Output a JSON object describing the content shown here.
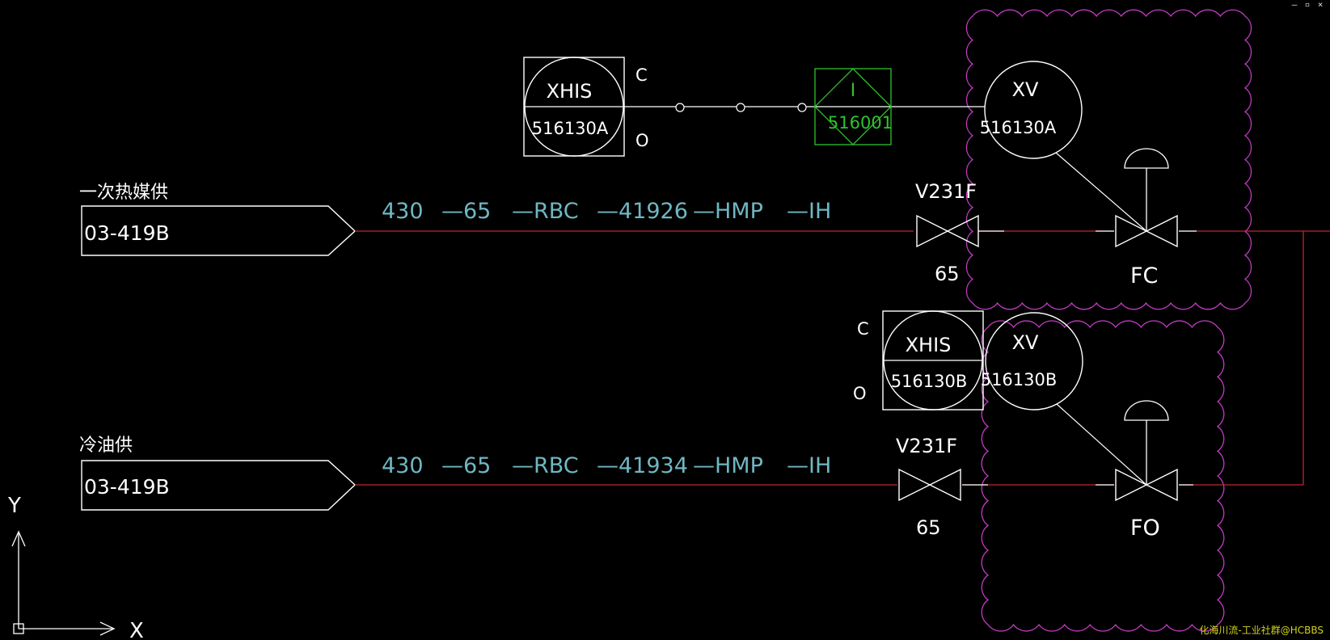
{
  "window": {
    "minimize_glyph": "–",
    "restore_glyph": "▫",
    "close_glyph": "×"
  },
  "colors": {
    "background": "#000000",
    "line_white": "#ffffff",
    "pipe_red": "#c0272d",
    "pipe_label_cyan": "#6fb7c2",
    "interlock_green": "#2fc22f",
    "revision_cloud_magenta": "#c23bc2",
    "watermark_yellow": "#d2d21e"
  },
  "ucs": {
    "y_label": "Y",
    "x_label": "X"
  },
  "lines": [
    {
      "service_name": "一次热媒供",
      "from_tag": "03-419B",
      "pipe_spec": [
        "430",
        "—65",
        "—RBC",
        "—41926",
        "—HMP",
        "—IH"
      ],
      "manual_valve": {
        "tag": "V231F",
        "size": "65"
      },
      "control_valve": {
        "tag_letters": "XV",
        "tag_number": "516130A",
        "fail_action": "FC",
        "hand_switch": {
          "letters": "XHIS",
          "number": "516130A",
          "close_label": "C",
          "open_label": "O"
        },
        "interlock": {
          "letter": "I",
          "number": "516001"
        }
      }
    },
    {
      "service_name": "冷油供",
      "from_tag": "03-419B",
      "pipe_spec": [
        "430",
        "—65",
        "—RBC",
        "—41934",
        "—HMP",
        "—IH"
      ],
      "manual_valve": {
        "tag": "V231F",
        "size": "65"
      },
      "control_valve": {
        "tag_letters": "XV",
        "tag_number": "516130B",
        "fail_action": "FO",
        "hand_switch": {
          "letters": "XHIS",
          "number": "516130B",
          "close_label": "C",
          "open_label": "O"
        }
      }
    }
  ],
  "watermark": "化海川流-工业社群@HCBBS"
}
